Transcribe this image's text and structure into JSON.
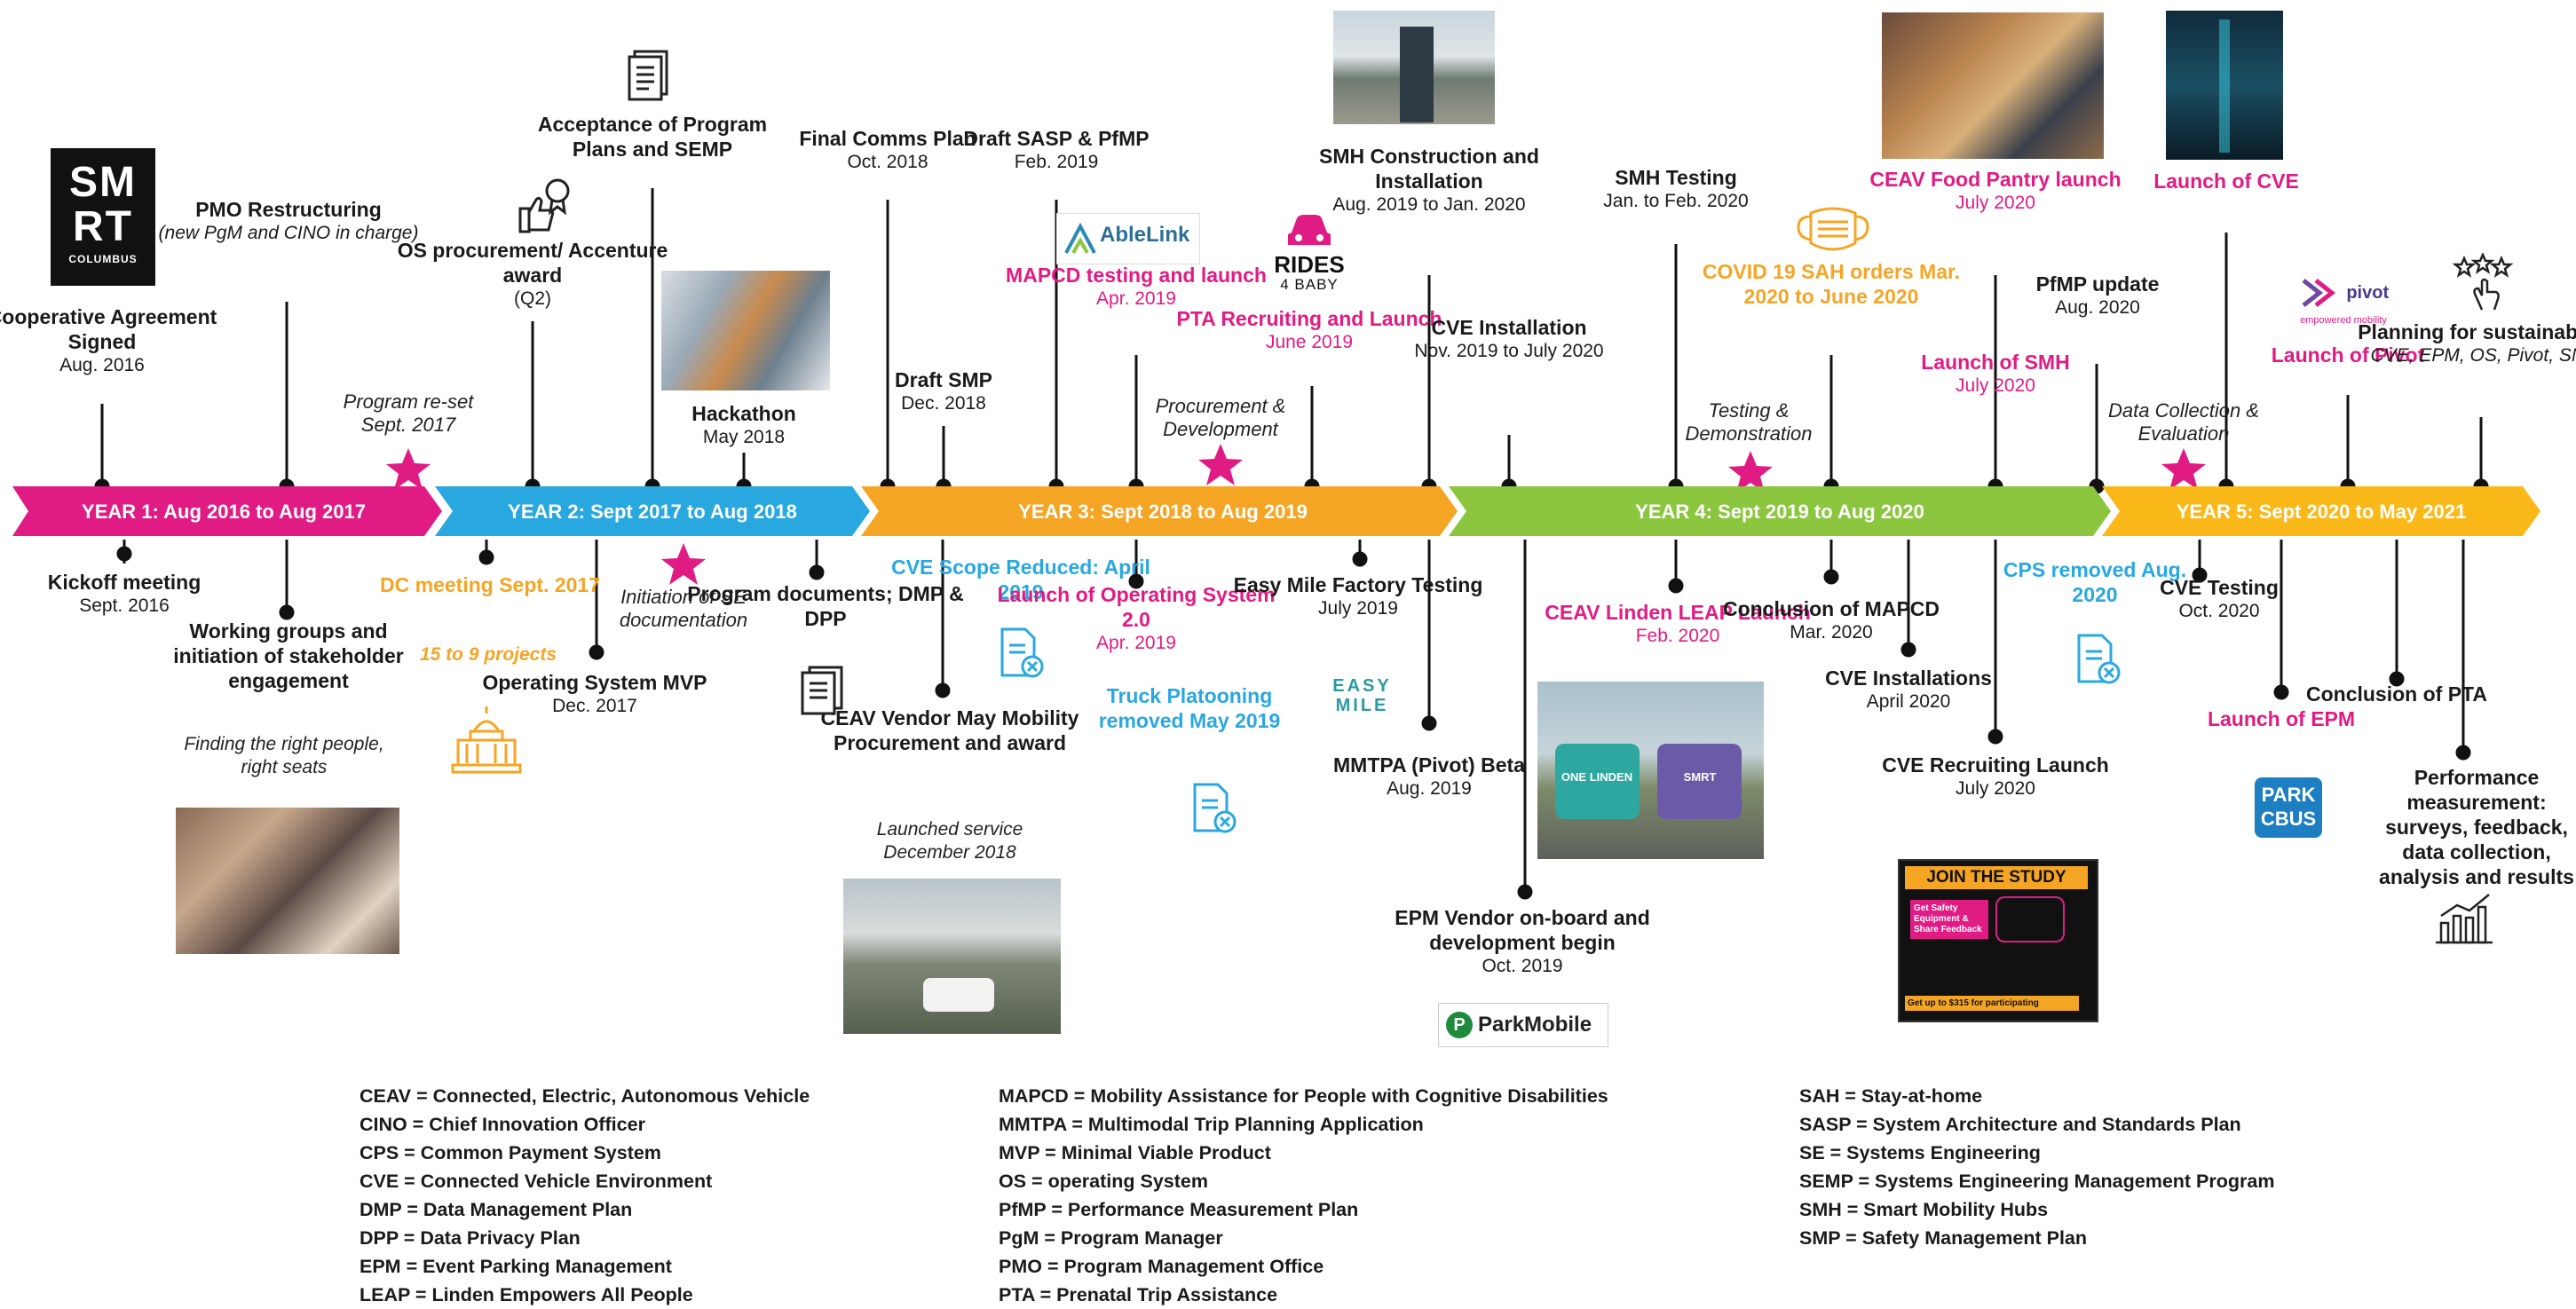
{
  "colors": {
    "magenta": "#e01c84",
    "blue": "#29a8e0",
    "orange": "#f5a524",
    "green": "#8cc63f",
    "yellow": "#fbb919",
    "line": "#111111"
  },
  "years": [
    {
      "label": "YEAR 1: Aug 2016 to Aug 2017",
      "color": "#e01c84"
    },
    {
      "label": "YEAR 2: Sept 2017 to Aug 2018",
      "color": "#29a8e0"
    },
    {
      "label": "YEAR 3: Sept 2018 to Aug 2019",
      "color": "#f5a524"
    },
    {
      "label": "YEAR 4: Sept 2019 to Aug 2020",
      "color": "#8cc63f"
    },
    {
      "label": "YEAR 5: Sept 2020 to May 2021",
      "color": "#fbb919"
    }
  ],
  "phases": [
    {
      "title": "Program re-set",
      "date": "Sept. 2017"
    },
    {
      "title": "Initiation of SE documentation"
    },
    {
      "title": "Procurement & Development"
    },
    {
      "title": "Testing & Demonstration"
    },
    {
      "title": "Data Collection & Evaluation"
    }
  ],
  "events_above": [
    {
      "title": "Cooperative Agreement Signed",
      "date": "Aug. 2016"
    },
    {
      "title": "PMO Restructuring",
      "note": "(new PgM and CINO in charge)"
    },
    {
      "title": "OS procurement/ Accenture award",
      "date": "(Q2)"
    },
    {
      "title": "Acceptance of Program Plans and SEMP"
    },
    {
      "title": "Hackathon",
      "date": "May 2018"
    },
    {
      "title": "Final Comms Plan",
      "date": "Oct. 2018"
    },
    {
      "title": "Draft SMP",
      "date": "Dec. 2018"
    },
    {
      "title": "Draft SASP & PfMP",
      "date": "Feb. 2019"
    },
    {
      "title": "MAPCD testing and launch",
      "date": "Apr. 2019"
    },
    {
      "title": "PTA Recruiting and Launch",
      "date": "June 2019"
    },
    {
      "title": "SMH Construction and Installation",
      "date": "Aug. 2019 to Jan. 2020"
    },
    {
      "title": "CVE Installation",
      "date": "Nov. 2019 to July 2020"
    },
    {
      "title": "SMH Testing",
      "date": "Jan. to Feb. 2020"
    },
    {
      "title": "COVID 19 SAH orders Mar. 2020 to June 2020"
    },
    {
      "title": "CEAV Food Pantry launch",
      "date": "July 2020"
    },
    {
      "title": "Launch of SMH",
      "date": "July 2020"
    },
    {
      "title": "PfMP update",
      "date": "Aug. 2020"
    },
    {
      "title": "Launch of CVE"
    },
    {
      "title": "Launch of Pivot"
    },
    {
      "title": "Planning for sustainability",
      "note": "CVE, EPM, OS, Pivot, SMH"
    }
  ],
  "events_below": [
    {
      "title": "Kickoff meeting",
      "date": "Sept. 2016"
    },
    {
      "title": "Working groups and initiation of stakeholder engagement",
      "note": "Finding the right people, right seats"
    },
    {
      "title": "DC meeting Sept. 2017",
      "note": "15 to 9 projects"
    },
    {
      "title": "Operating System MVP",
      "date": "Dec. 2017"
    },
    {
      "title": "Program documents; DMP & DPP"
    },
    {
      "title": "CVE Scope Reduced: April 2019"
    },
    {
      "title": "CEAV Vendor May Mobility Procurement and award",
      "note": "Launched service December 2018"
    },
    {
      "title": "Launch of Operating System 2.0",
      "date": "Apr. 2019"
    },
    {
      "title": "Truck Platooning removed May 2019"
    },
    {
      "title": "Easy Mile Factory Testing",
      "date": "July 2019"
    },
    {
      "title": "MMTPA (Pivot) Beta",
      "date": "Aug. 2019"
    },
    {
      "title": "EPM Vendor on-board and development begin",
      "date": "Oct. 2019"
    },
    {
      "title": "CEAV Linden LEAP Launch",
      "date": "Feb. 2020"
    },
    {
      "title": "Conclusion of MAPCD",
      "date": "Mar. 2020"
    },
    {
      "title": "CVE Installations",
      "date": "April 2020"
    },
    {
      "title": "CVE Recruiting Launch",
      "date": "July 2020"
    },
    {
      "title": "CPS removed Aug. 2020"
    },
    {
      "title": "CVE Testing",
      "date": "Oct. 2020"
    },
    {
      "title": "Launch of EPM"
    },
    {
      "title": "Conclusion of PTA"
    },
    {
      "title": "Performance measurement: surveys, feedback, data collection, analysis and results"
    }
  ],
  "logos": {
    "smrt_top": "SM",
    "smrt_bottom": "RT",
    "smrt_sub": "COLUMBUS",
    "ablelink": "AbleLink",
    "rides_1": "RIDES",
    "rides_2": "4 BABY",
    "easymile": "EASY MILE",
    "parkmobile": "ParkMobile",
    "pivot": "pivot",
    "pivot_sub": "empowered mobility",
    "park_1": "PARK",
    "park_2": "CBUS",
    "study_head": "JOIN THE STUDY",
    "study_body": "Get Safety Equipment & Share Feedback",
    "study_foot": "Get up to $315 for participating",
    "bus_1": "ONE LINDEN",
    "bus_2": "SMRT"
  },
  "glossary": [
    [
      "CEAV = Connected, Electric, Autonomous Vehicle",
      "CINO = Chief Innovation Officer",
      "CPS = Common Payment System",
      "CVE = Connected Vehicle Environment",
      "DMP = Data Management Plan",
      "DPP = Data Privacy Plan",
      "EPM = Event Parking Management",
      "LEAP = Linden Empowers All People"
    ],
    [
      "MAPCD = Mobility Assistance for People with Cognitive Disabilities",
      "MMTPA = Multimodal Trip Planning Application",
      "MVP = Minimal Viable Product",
      "OS = operating System",
      "PfMP = Performance Measurement Plan",
      "PgM = Program Manager",
      "PMO = Program Management Office",
      "PTA = Prenatal Trip Assistance"
    ],
    [
      "SAH = Stay-at-home",
      "SASP = System Architecture and Standards Plan",
      "SE = Systems Engineering",
      "SEMP = Systems Engineering Management Program",
      "SMH = Smart Mobility Hubs",
      "SMP = Safety Management Plan"
    ]
  ]
}
